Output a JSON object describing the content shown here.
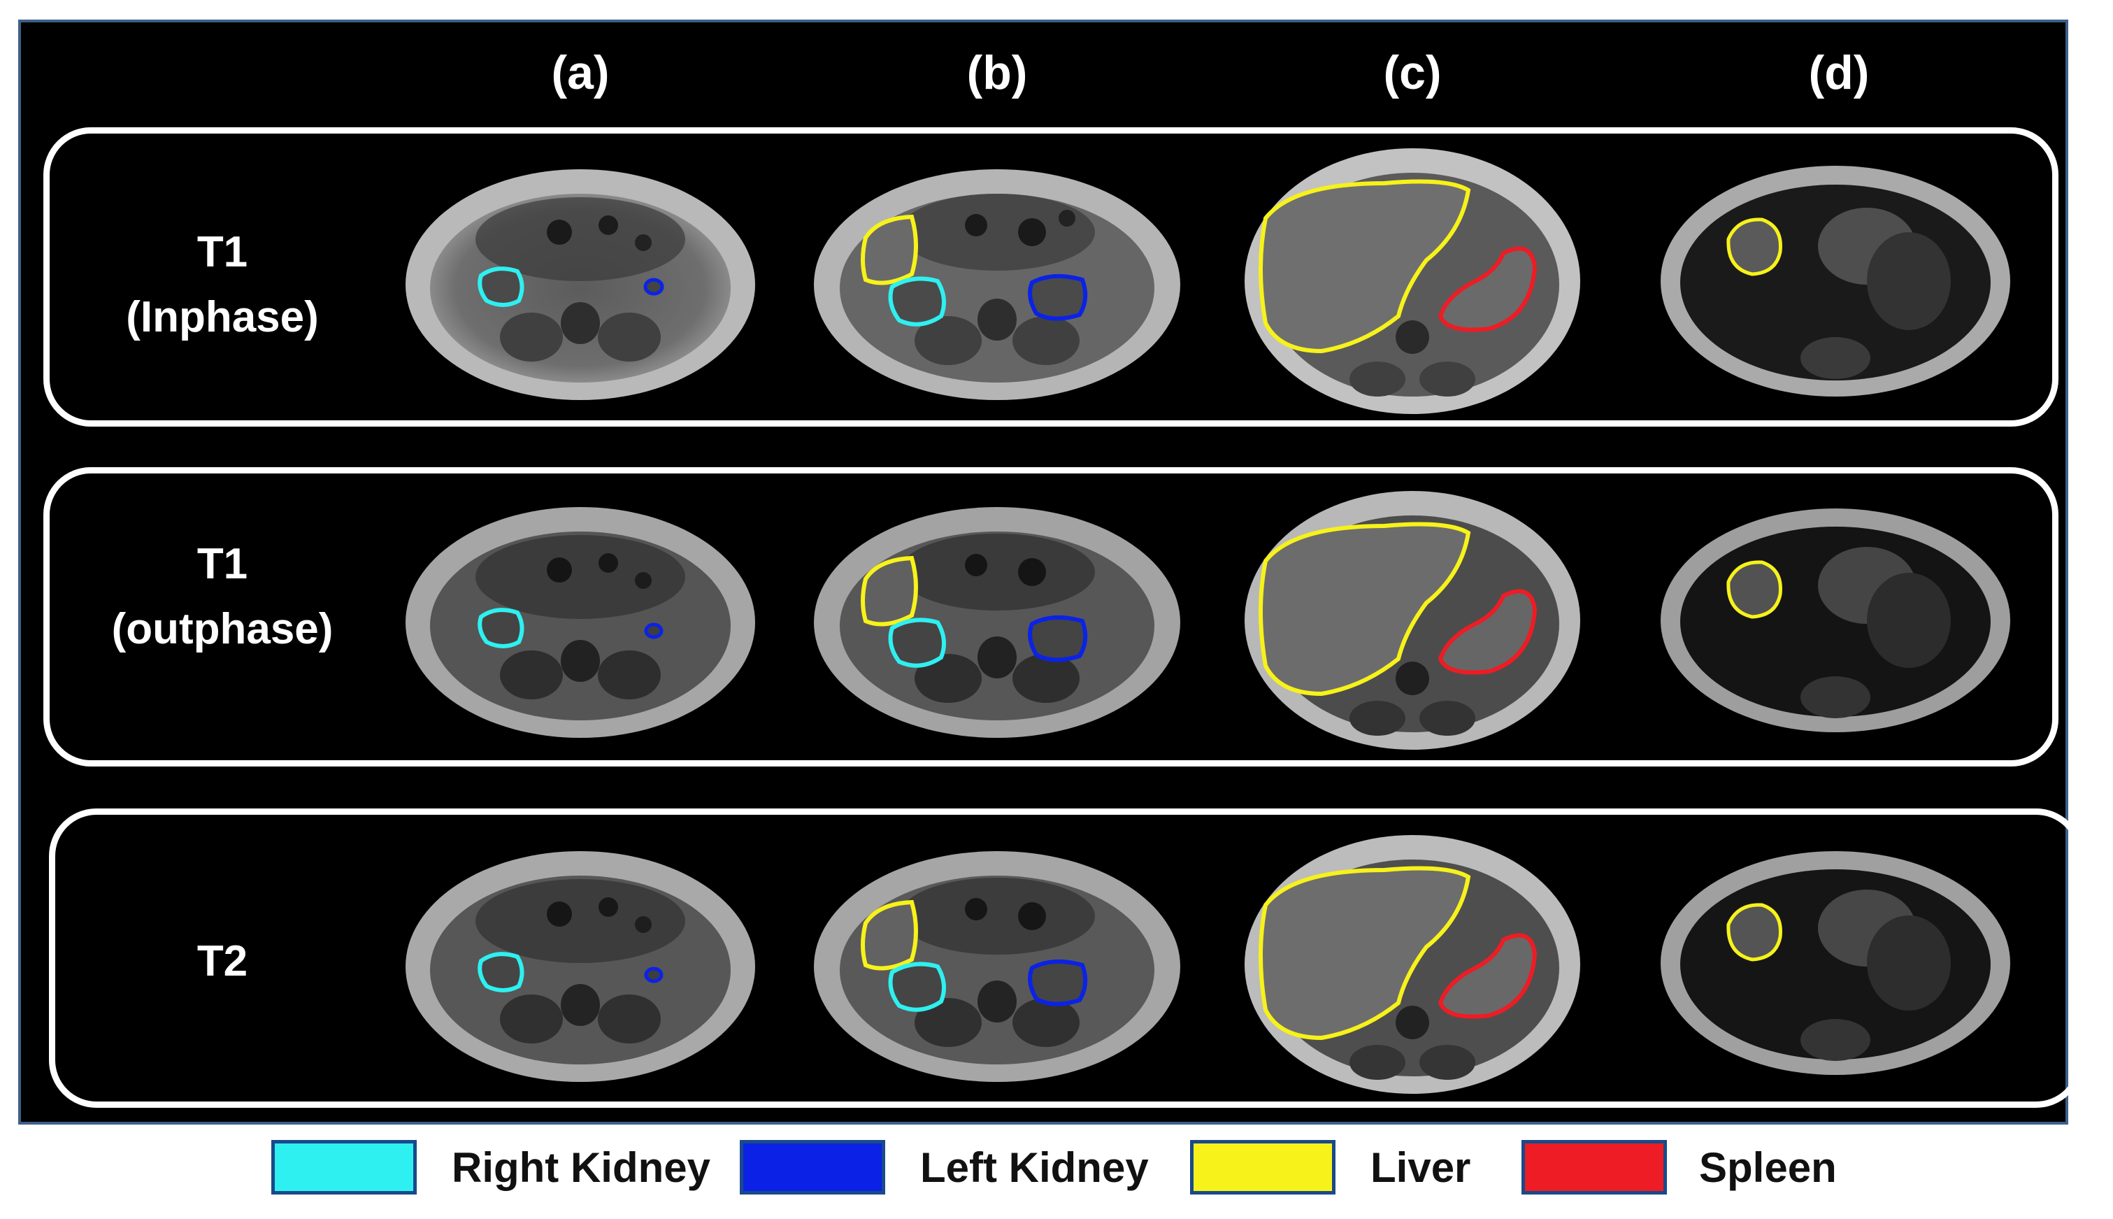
{
  "columns": [
    "(a)",
    "(b)",
    "(c)",
    "(d)"
  ],
  "rows": [
    {
      "line1": "T1",
      "line2": "(Inphase)"
    },
    {
      "line1": "T1",
      "line2": "(outphase)"
    },
    {
      "line1": "T2",
      "line2": ""
    }
  ],
  "legend": [
    {
      "label": "Right Kidney",
      "color": "#2ff0f0"
    },
    {
      "label": "Left Kidney",
      "color": "#0b22e6"
    },
    {
      "label": "Liver",
      "color": "#f7f21a"
    },
    {
      "label": "Spleen",
      "color": "#ee1c24"
    }
  ],
  "colors": {
    "background": "#000000",
    "frame": "#ffffff",
    "right_kidney": "#2ff0f0",
    "left_kidney": "#0b22e6",
    "liver": "#f7f21a",
    "spleen": "#ee1c24"
  }
}
